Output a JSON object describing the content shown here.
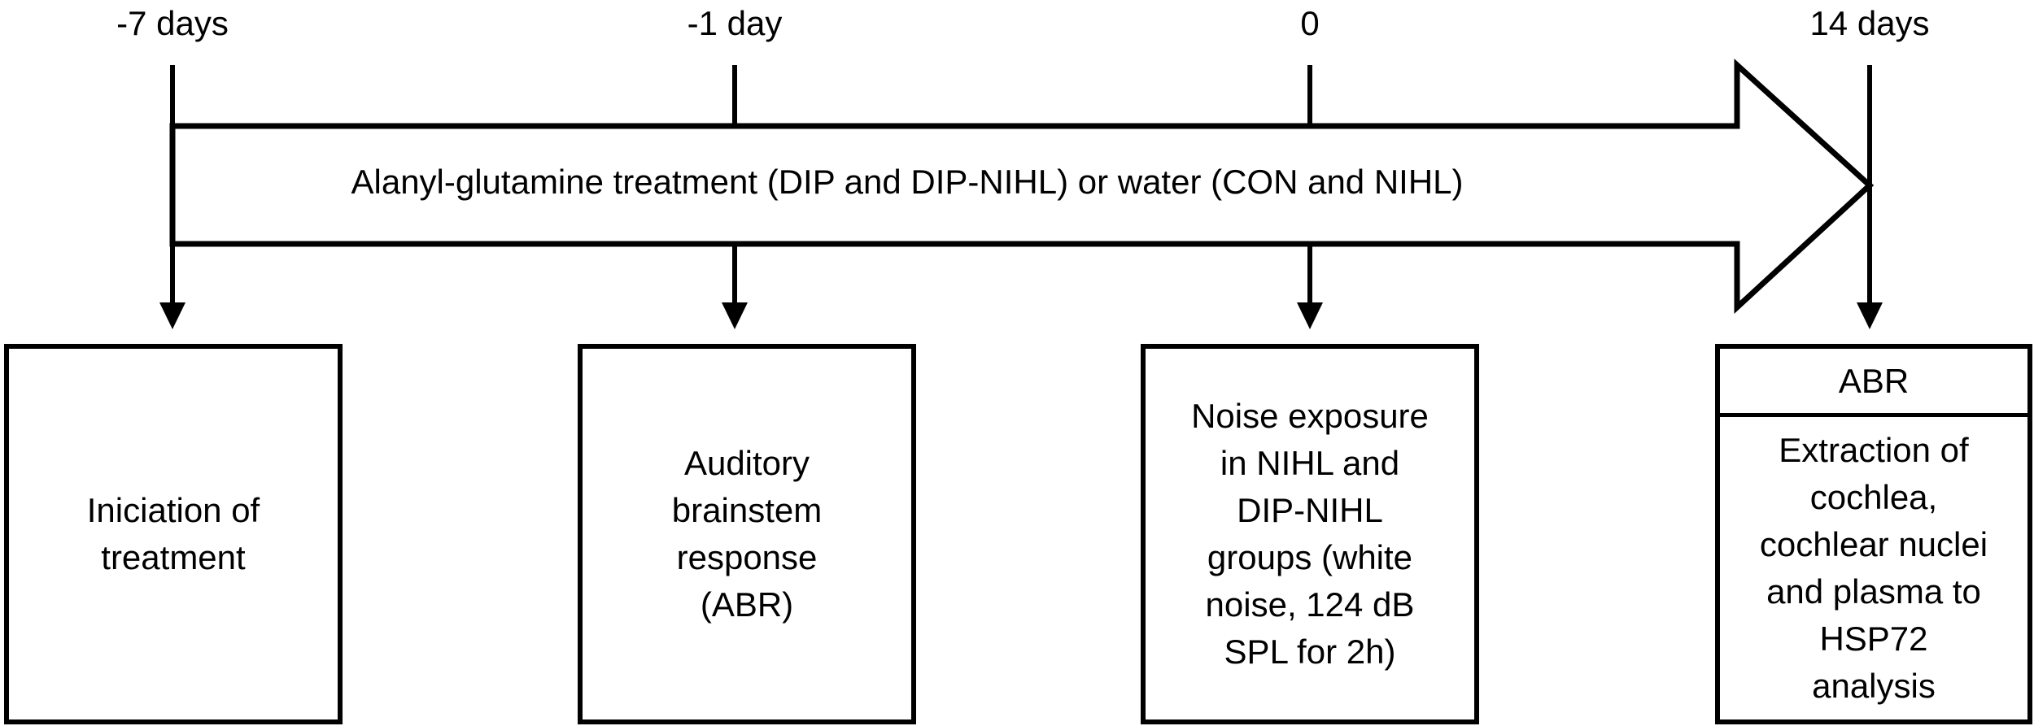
{
  "timeline": {
    "ticks": [
      {
        "label": "-7 days"
      },
      {
        "label": "-1 day"
      },
      {
        "label": "0"
      },
      {
        "label": "14 days"
      }
    ]
  },
  "arrow": {
    "label": "Alanyl-glutamine treatment (DIP and DIP-NIHL) or water (CON and NIHL)"
  },
  "boxes": {
    "initiation": "Iniciation of\ntreatment",
    "abr_baseline": "Auditory\nbrainstem\nresponse\n(ABR)",
    "noise": "Noise exposure\nin NIHL and\nDIP-NIHL\ngroups (white\nnoise, 124 dB\nSPL for 2h)",
    "final_header": "ABR",
    "final_body": "Extraction of\ncochlea,\ncochlear nuclei\nand plasma to\nHSP72\nanalysis"
  }
}
